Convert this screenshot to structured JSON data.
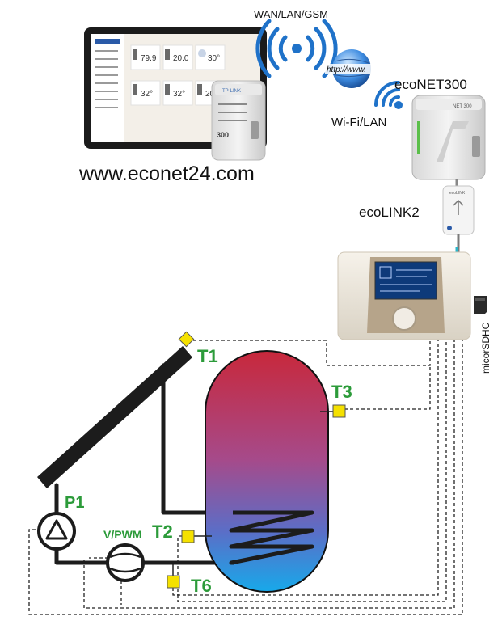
{
  "network": {
    "wan_label": "WAN/LAN/GSM",
    "wifi_label": "Wi-Fi/LAN",
    "module_name": "ecoNET300",
    "globe_text": "http://www."
  },
  "portal": {
    "url": "www.econet24.com",
    "tile_values": [
      "79.9",
      "20.0",
      "30°",
      "32°",
      "32°",
      "201°"
    ],
    "router_brand": "TP-LINK",
    "router_badge": "300"
  },
  "devices": {
    "ecolink_name": "ecoLINK2",
    "ecolink_device_text": "ecoLINK",
    "econet_device_text": "NET 300",
    "sd_card_label": "micorSDHC"
  },
  "sensors": {
    "t1": "T1",
    "t2": "T2",
    "t3": "T3",
    "t6": "T6"
  },
  "pump": {
    "p1_label": "P1",
    "vpwm_label": "V/PWM"
  },
  "colors": {
    "sensor_fill": "#f5e100",
    "sensor_label": "#2c9b3a",
    "tank_top": "#c8283b",
    "tank_bottom": "#1aa6e6",
    "wifi_blue": "#1f72c9",
    "pipe": "#1c1c1c"
  }
}
